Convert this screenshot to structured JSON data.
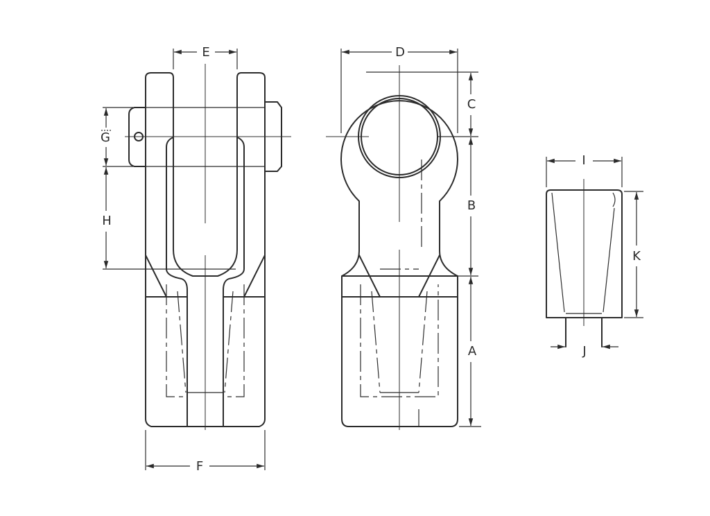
{
  "dimensions": {
    "A": "A",
    "B": "B",
    "C": "C",
    "D": "D",
    "E": "E",
    "F": "F",
    "G": "G",
    "H": "H",
    "I": "I",
    "J": "J",
    "K": "K"
  },
  "colors": {
    "line": "#2b2b2b",
    "background": "#ffffff"
  }
}
